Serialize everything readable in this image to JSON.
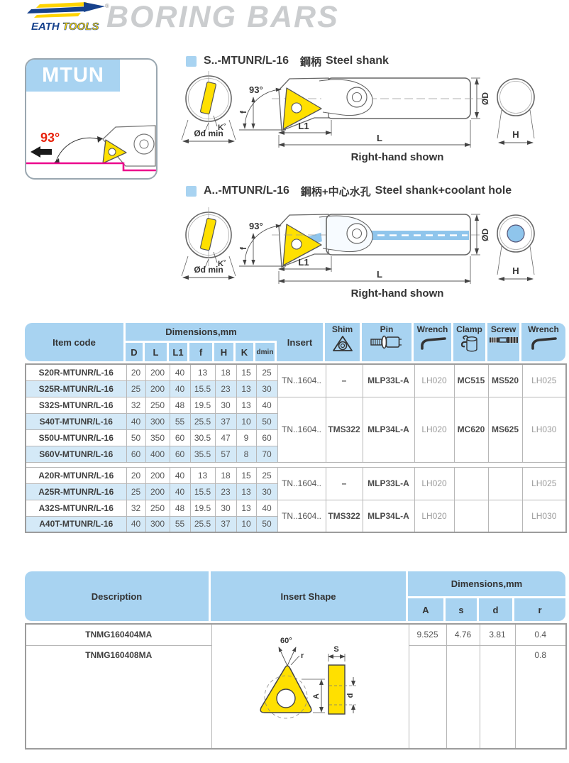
{
  "brand": {
    "name_left": "EATH",
    "name_right": "TOOLS",
    "registered_mark": "®"
  },
  "page_title": "BORING BARS",
  "series_panel": {
    "badge": "MTUN",
    "angle_label": "93°"
  },
  "diagram_labels": {
    "angle": "93°",
    "f": "f",
    "k": "K˚",
    "d_min": "Ød min",
    "l1": "L1",
    "l": "L",
    "od": "ØD",
    "h": "H",
    "caption": "Right-hand shown"
  },
  "sections": {
    "steel": {
      "code": "S..-MTUNR/L-16",
      "zh": "鋼柄",
      "en": "Steel shank"
    },
    "coolant": {
      "code": "A..-MTUNR/L-16",
      "zh": "鋼柄+中心水孔",
      "en": "Steel shank+coolant hole"
    }
  },
  "main_table": {
    "col_item_code": "Item code",
    "col_dimensions": "Dimensions,mm",
    "dim_cols": [
      "D",
      "L",
      "L1",
      "f",
      "H",
      "K",
      "dmin"
    ],
    "col_insert": "Insert",
    "tool_cols": [
      {
        "label": "Shim",
        "icon": "shim-icon"
      },
      {
        "label": "Pin",
        "icon": "pin-icon"
      },
      {
        "label": "Wrench",
        "icon": "hex-wrench-icon"
      },
      {
        "label": "Clamp",
        "icon": "clamp-icon"
      },
      {
        "label": "Screw",
        "icon": "screw-icon"
      },
      {
        "label": "Wrench",
        "icon": "hex-wrench-icon"
      }
    ],
    "groups": [
      {
        "rows": [
          {
            "code": "S20R-MTUNR/L-16",
            "dims": [
              "20",
              "200",
              "40",
              "13",
              "18",
              "15",
              "25"
            ]
          },
          {
            "code": "S25R-MTUNR/L-16",
            "dims": [
              "25",
              "200",
              "40",
              "15.5",
              "23",
              "13",
              "30"
            ]
          }
        ],
        "merged": {
          "insert": "TN..1604..",
          "shim": "–",
          "pin": "MLP33L-A",
          "wrench_a": "LH020",
          "clamp": "MC515",
          "screw": "MS520",
          "wrench_b": "LH025"
        }
      },
      {
        "rows": [
          {
            "code": "S32S-MTUNR/L-16",
            "dims": [
              "32",
              "250",
              "48",
              "19.5",
              "30",
              "13",
              "40"
            ]
          },
          {
            "code": "S40T-MTUNR/L-16",
            "dims": [
              "40",
              "300",
              "55",
              "25.5",
              "37",
              "10",
              "50"
            ]
          },
          {
            "code": "S50U-MTUNR/L-16",
            "dims": [
              "50",
              "350",
              "60",
              "30.5",
              "47",
              "9",
              "60"
            ]
          },
          {
            "code": "S60V-MTUNR/L-16",
            "dims": [
              "60",
              "400",
              "60",
              "35.5",
              "57",
              "8",
              "70"
            ]
          }
        ],
        "merged": {
          "insert": "TN..1604..",
          "shim": "TMS322",
          "pin": "MLP34L-A",
          "wrench_a": "LH020",
          "clamp": "MC620",
          "screw": "MS625",
          "wrench_b": "LH030"
        }
      },
      {
        "spacer": true
      },
      {
        "rows": [
          {
            "code": "A20R-MTUNR/L-16",
            "dims": [
              "20",
              "200",
              "40",
              "13",
              "18",
              "15",
              "25"
            ]
          },
          {
            "code": "A25R-MTUNR/L-16",
            "dims": [
              "25",
              "200",
              "40",
              "15.5",
              "23",
              "13",
              "30"
            ]
          }
        ],
        "merged": {
          "insert": "TN..1604..",
          "shim": "–",
          "pin": "MLP33L-A",
          "wrench_a": "LH020",
          "clamp": "",
          "screw": "",
          "wrench_b": "LH025"
        }
      },
      {
        "rows": [
          {
            "code": "A32S-MTUNR/L-16",
            "dims": [
              "32",
              "250",
              "48",
              "19.5",
              "30",
              "13",
              "40"
            ]
          },
          {
            "code": "A40T-MTUNR/L-16",
            "dims": [
              "40",
              "300",
              "55",
              "25.5",
              "37",
              "10",
              "50"
            ]
          }
        ],
        "merged": {
          "insert": "TN..1604..",
          "shim": "TMS322",
          "pin": "MLP34L-A",
          "wrench_a": "LH020",
          "clamp": "",
          "screw": "",
          "wrench_b": "LH030"
        }
      }
    ]
  },
  "insert_table": {
    "col_description": "Description",
    "col_insert_shape": "Insert Shape",
    "col_dimensions": "Dimensions,mm",
    "dim_cols": [
      "A",
      "s",
      "d",
      "r"
    ],
    "rows": [
      {
        "description": "TNMG160404MA",
        "A": "9.525",
        "s": "4.76",
        "d": "3.81",
        "r": "0.4"
      },
      {
        "description": "TNMG160408MA",
        "A": "",
        "s": "",
        "d": "",
        "r": "0.8"
      }
    ],
    "shape_labels": {
      "angle": "60°",
      "radius": "r",
      "thickness": "S",
      "size": "A",
      "hole": "d"
    }
  },
  "colors": {
    "header_blue": "#a8d3f1",
    "row_alt_blue": "#d4e9f7",
    "insert_yellow": "#ffe000",
    "coolant_blue": "#8fc5ec",
    "workpiece_magenta": "#ec008c",
    "angle_red": "#e8230d",
    "logo_blue": "#16418c",
    "logo_yellow": "#ffd400",
    "title_gray": "#cbcdcf"
  }
}
